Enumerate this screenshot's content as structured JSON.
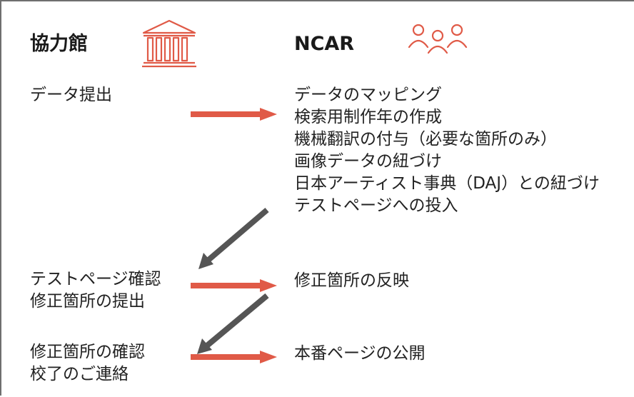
{
  "colors": {
    "accent": "#E05A47",
    "diag_arrow": "#555555",
    "text": "#222222"
  },
  "left_column": {
    "heading": "協力館",
    "icon": "museum-building-icon",
    "step1": "データ提出",
    "step2": [
      "テストページ確認",
      "修正箇所の提出"
    ],
    "step3": [
      "修正箇所の確認",
      "校了のご連絡"
    ]
  },
  "right_column": {
    "heading": "NCAR",
    "icon": "people-group-icon",
    "step1": [
      "データのマッピング",
      "検索用制作年の作成",
      "機械翻訳の付与（必要な箇所のみ）",
      "画像データの紐づけ",
      "日本アーティスト事典（DAJ）との紐づけ",
      "テストページへの投入"
    ],
    "step2": "修正箇所の反映",
    "step3": "本番ページの公開"
  }
}
